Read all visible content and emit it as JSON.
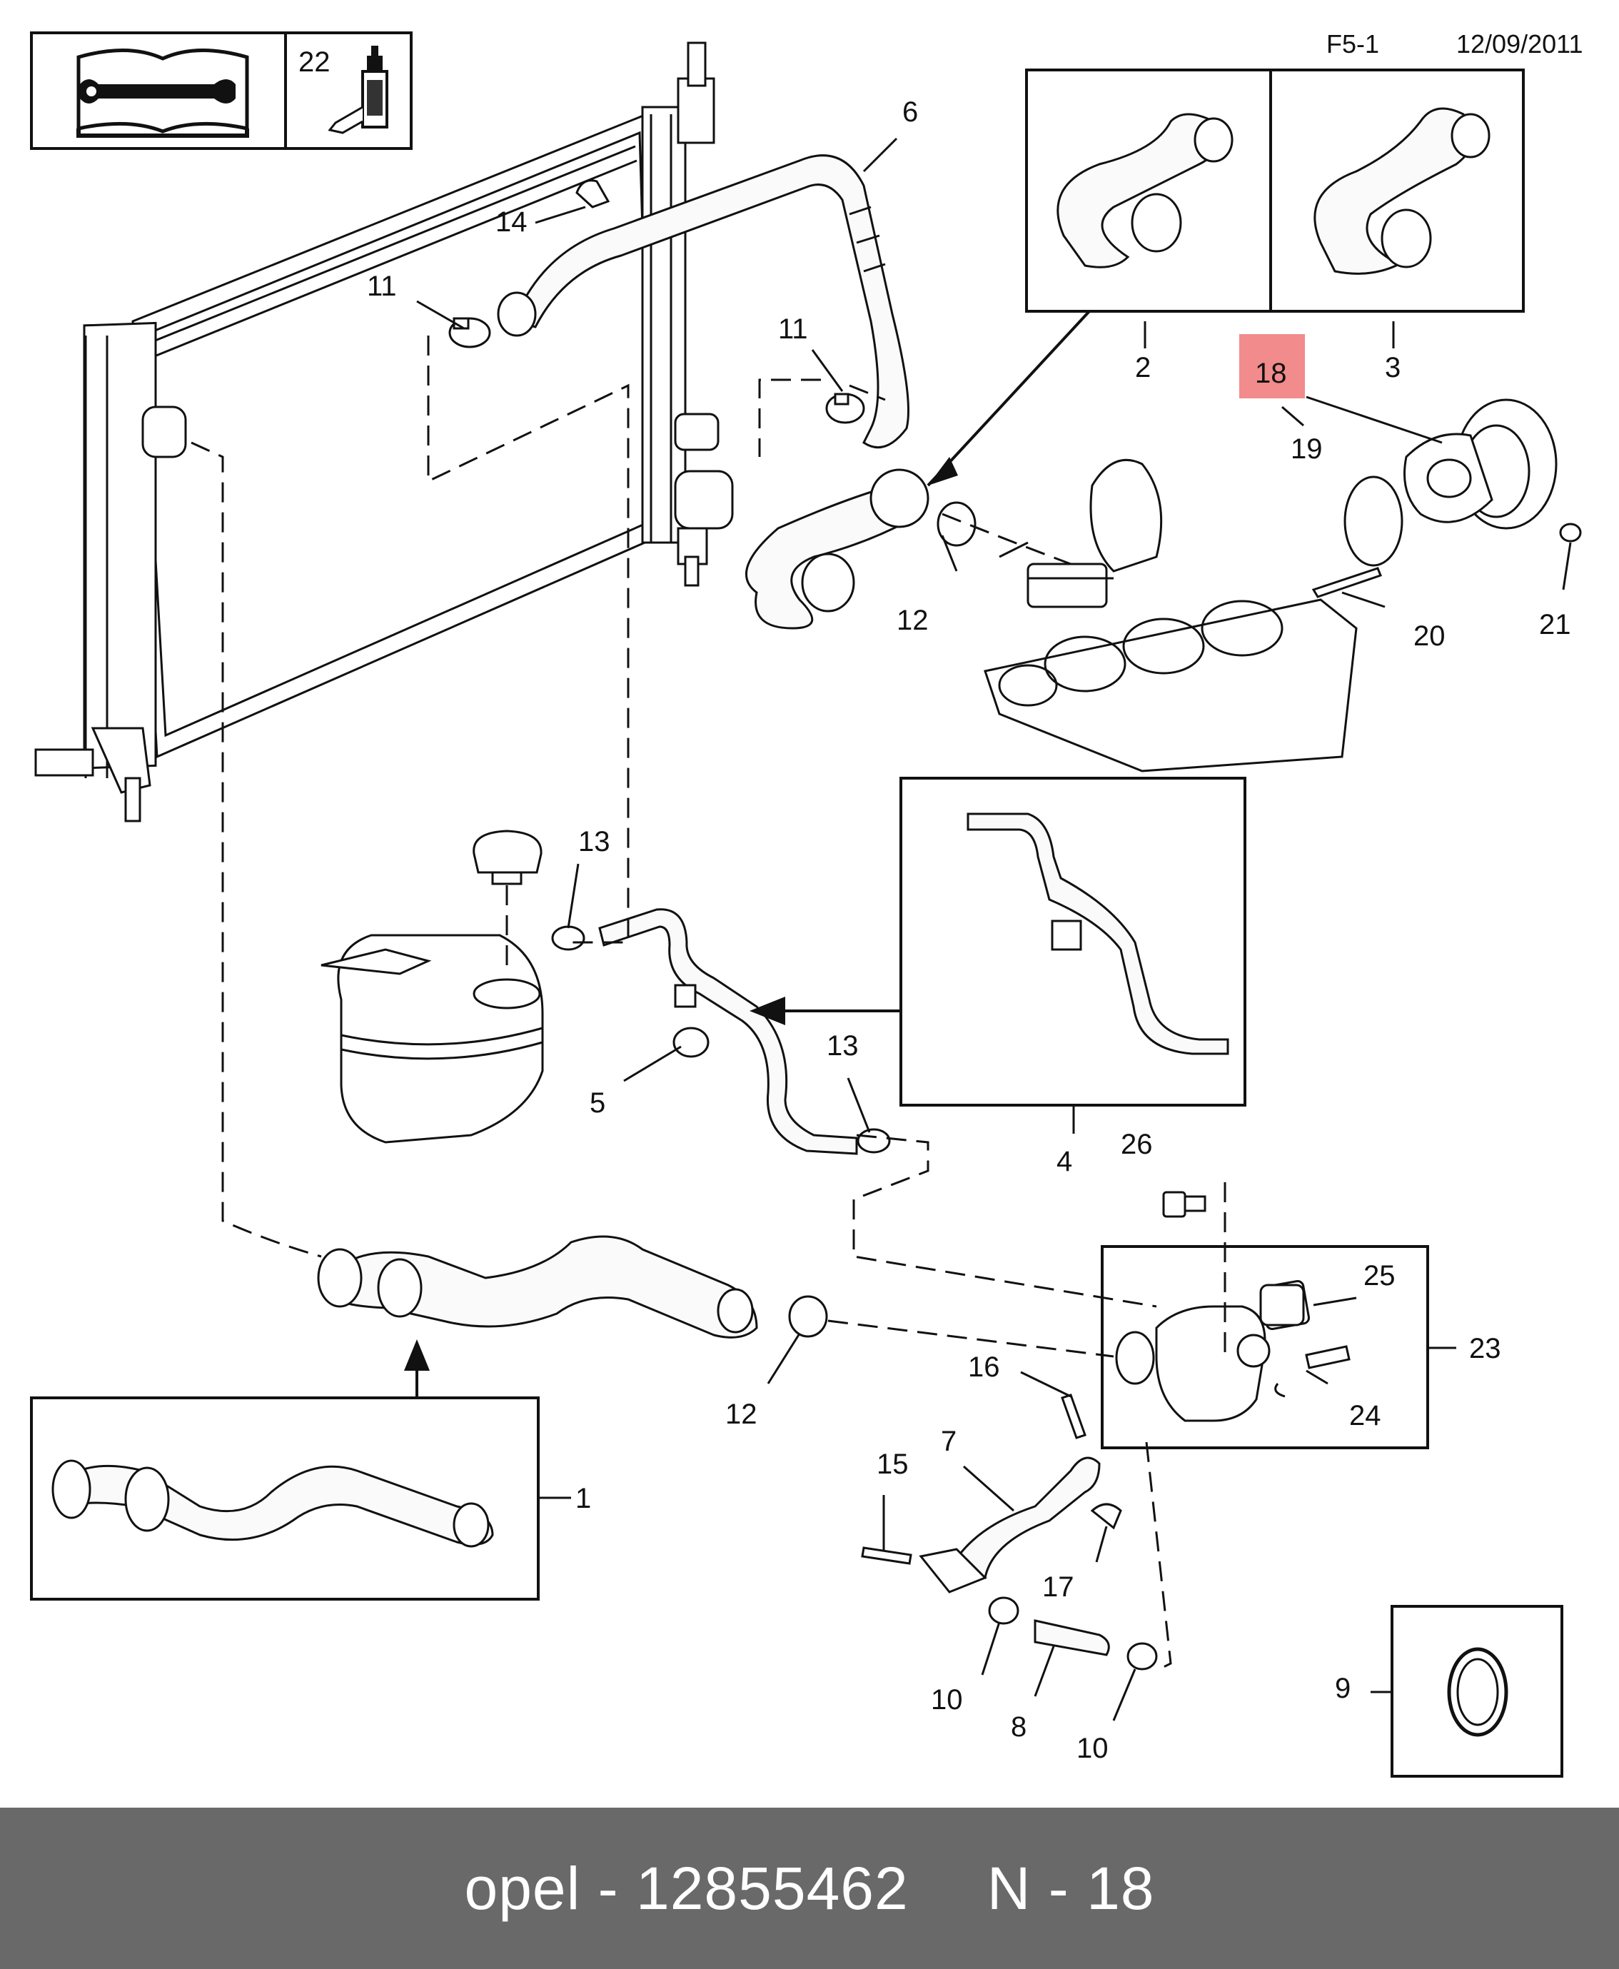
{
  "header": {
    "sheet": "F5-1",
    "date": "12/09/2011",
    "sealant_ref": "22"
  },
  "callouts": [
    "1",
    "2",
    "3",
    "4",
    "5",
    "6",
    "7",
    "8",
    "9",
    "10",
    "10",
    "11",
    "11",
    "12",
    "12",
    "13",
    "13",
    "14",
    "15",
    "16",
    "17",
    "18",
    "19",
    "20",
    "21",
    "23",
    "24",
    "25",
    "26"
  ],
  "highlighted_callout": "18",
  "colors": {
    "highlight": "#f28b8b",
    "footer_bg": "#696969",
    "footer_text": "#ffffff",
    "ink": "#111111"
  },
  "icons": [
    "service-manual-wrench-icon",
    "sealant-bottle-icon"
  ],
  "footer": {
    "brand": "opel",
    "separator": "-",
    "part_number": "12855462",
    "ref_label": "N",
    "ref_separator": "-",
    "ref_number": "18"
  }
}
